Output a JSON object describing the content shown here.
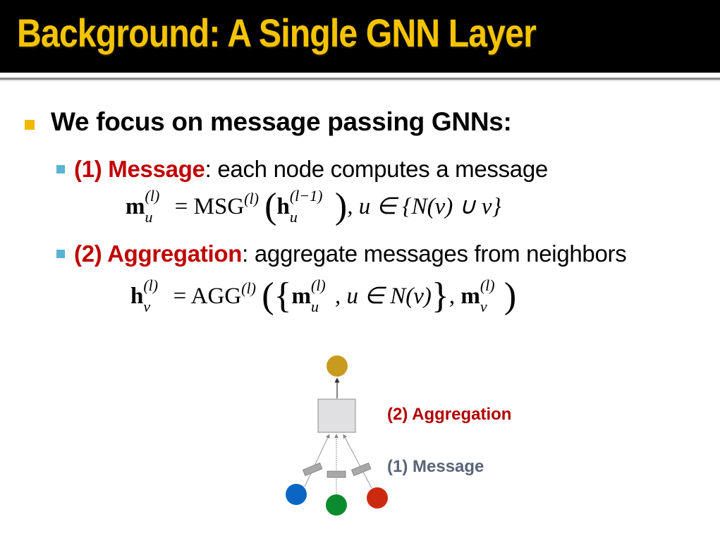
{
  "slide": {
    "title": "Background: A Single GNN Layer",
    "colors": {
      "header_bg": "#000000",
      "title": "#f5c400",
      "level1_bullet": "#f2b800",
      "level2_bullet": "#5ab4d0",
      "highlight_red": "#c00000",
      "message_label": "#5a6478"
    }
  },
  "content": {
    "bullet1": "We focus on message passing GNNs:",
    "sub_bullets": [
      {
        "highlight": "(1) Message",
        "rest": ": each node computes a message",
        "formula": {
          "lhs_symbol": "m",
          "lhs_sup": "(l)",
          "lhs_sub": "u",
          "eq": "=",
          "func": "MSG",
          "func_sup": "(l)",
          "arg_symbol": "h",
          "arg_sup": "(l−1)",
          "arg_sub": "u",
          "condition": ", u ∈ {N(v) ∪ v}"
        }
      },
      {
        "highlight": "(2) Aggregation",
        "rest": ": aggregate messages from neighbors",
        "formula": {
          "lhs_symbol": "h",
          "lhs_sup": "(l)",
          "lhs_sub": "v",
          "eq": "=",
          "func": "AGG",
          "func_sup": "(l)",
          "set_symbol": "m",
          "set_sup": "(l)",
          "set_sub": "u",
          "set_condition": ", u ∈ N(v)",
          "self_symbol": "m",
          "self_sup": "(l)",
          "self_sub": "v"
        }
      }
    ]
  },
  "diagram": {
    "aggregation_label": "(2) Aggregation",
    "message_label": "(1) Message",
    "nodes": {
      "output": {
        "color": "#c89a1e"
      },
      "neighbor_left": {
        "color": "#0b66c3"
      },
      "neighbor_center": {
        "color": "#0b8a2e"
      },
      "neighbor_right": {
        "color": "#cc2a0e"
      }
    },
    "aggregation_box_color": "#e0e0e2",
    "message_block_color": "#a8a8a8"
  }
}
